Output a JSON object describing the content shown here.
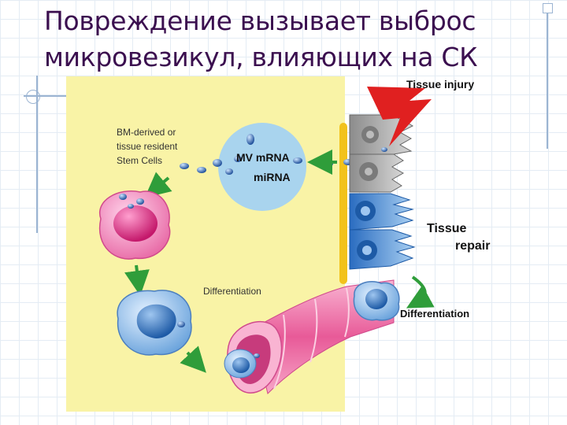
{
  "title": {
    "line1": "Повреждение вызывает выброс",
    "line2": "микровезикул, влияющих на СК"
  },
  "labels": {
    "stem_cells": [
      "BM-derived or",
      "tissue resident",
      "Stem Cells"
    ],
    "mv_mrna": "MV mRNA",
    "mirna": "miRNA",
    "differentiation_left": "Differentiation",
    "tissue_injury": "Tissue injury",
    "tissue_repair": [
      "Tissue",
      "repair"
    ],
    "differentiation_right": "Differentiation"
  },
  "colors": {
    "title": "#3b0f4f",
    "panel": "#f9f3a6",
    "barrier": "#f2c21b",
    "arrow": "#2f9d3a",
    "bubble": "#a9d4ee",
    "bolt": "#e02020",
    "pink_cell": "#e86aa6",
    "blue_cell": "#3d7fc8"
  }
}
